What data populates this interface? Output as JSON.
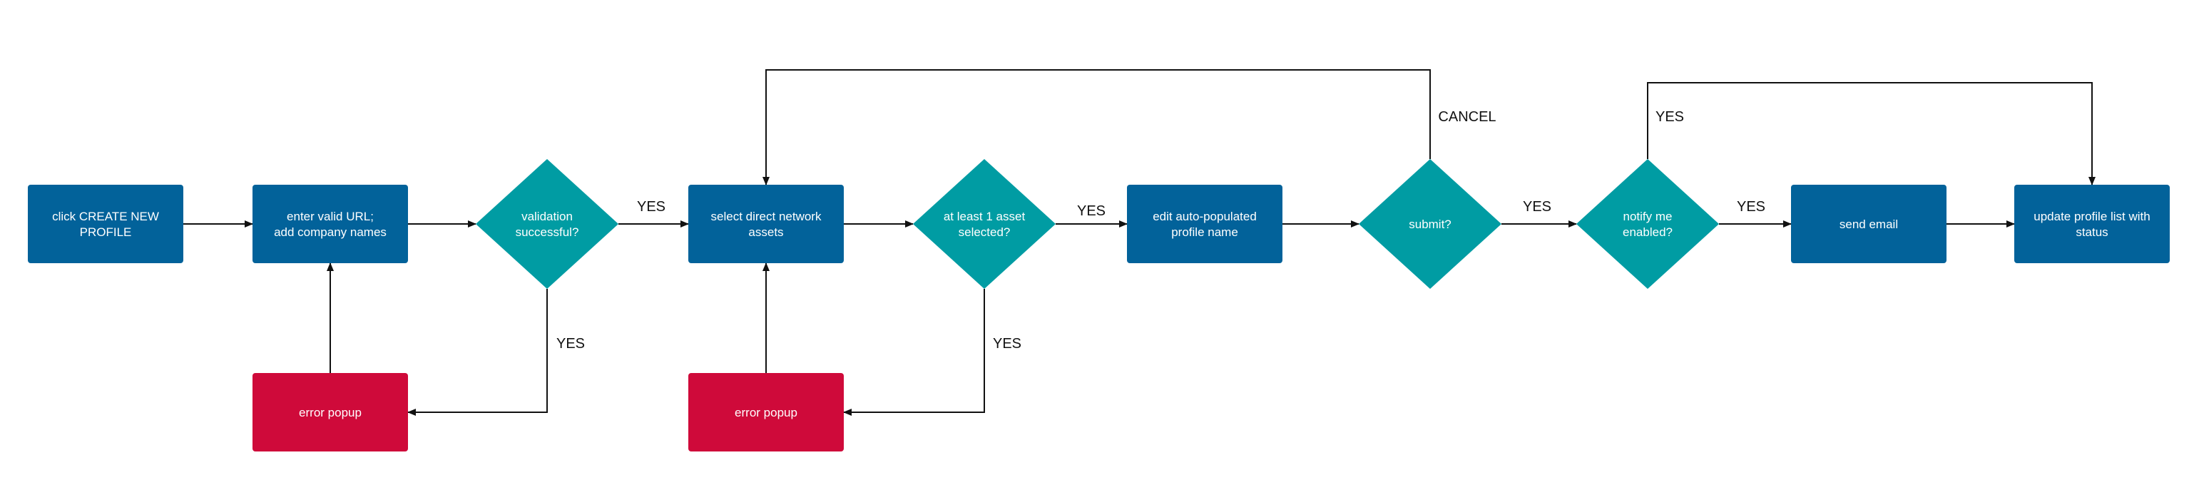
{
  "colors": {
    "process": "#02629A",
    "decision": "#009CA3",
    "error": "#CF0A3A",
    "line": "#111111",
    "label": "#111111",
    "node_text": "#FFFFFF"
  },
  "nodes": {
    "create_profile": {
      "kind": "process",
      "lines": [
        "click CREATE NEW",
        "PROFILE"
      ]
    },
    "enter_url": {
      "kind": "process",
      "lines": [
        "enter valid URL;",
        "add company names"
      ]
    },
    "validation": {
      "kind": "decision",
      "lines": [
        "validation",
        "successful?"
      ]
    },
    "error_1": {
      "kind": "error",
      "lines": [
        "error popup"
      ]
    },
    "select_assets": {
      "kind": "process",
      "lines": [
        "select direct network",
        "assets"
      ]
    },
    "asset_check": {
      "kind": "decision",
      "lines": [
        "at least 1 asset",
        "selected?"
      ]
    },
    "error_2": {
      "kind": "error",
      "lines": [
        "error popup"
      ]
    },
    "edit_name": {
      "kind": "process",
      "lines": [
        "edit auto-populated",
        "profile name"
      ]
    },
    "submit": {
      "kind": "decision",
      "lines": [
        "submit?"
      ]
    },
    "notify": {
      "kind": "decision",
      "lines": [
        "notify me",
        "enabled?"
      ]
    },
    "send_email": {
      "kind": "process",
      "lines": [
        "send email"
      ]
    },
    "update_list": {
      "kind": "process",
      "lines": [
        "update profile list with",
        "status"
      ]
    }
  },
  "edges": {
    "create_to_url": {
      "label": ""
    },
    "url_to_validation": {
      "label": ""
    },
    "validation_to_select": {
      "label": "YES"
    },
    "validation_to_error1": {
      "label": "YES"
    },
    "error1_to_url": {
      "label": ""
    },
    "select_to_check": {
      "label": ""
    },
    "check_to_edit": {
      "label": "YES"
    },
    "check_to_error2": {
      "label": "YES"
    },
    "error2_to_select": {
      "label": ""
    },
    "edit_to_submit": {
      "label": ""
    },
    "submit_to_notify": {
      "label": "YES"
    },
    "submit_cancel_to_select": {
      "label": "CANCEL"
    },
    "notify_to_email": {
      "label": "YES"
    },
    "notify_to_update": {
      "label": "YES"
    },
    "email_to_update": {
      "label": ""
    }
  }
}
